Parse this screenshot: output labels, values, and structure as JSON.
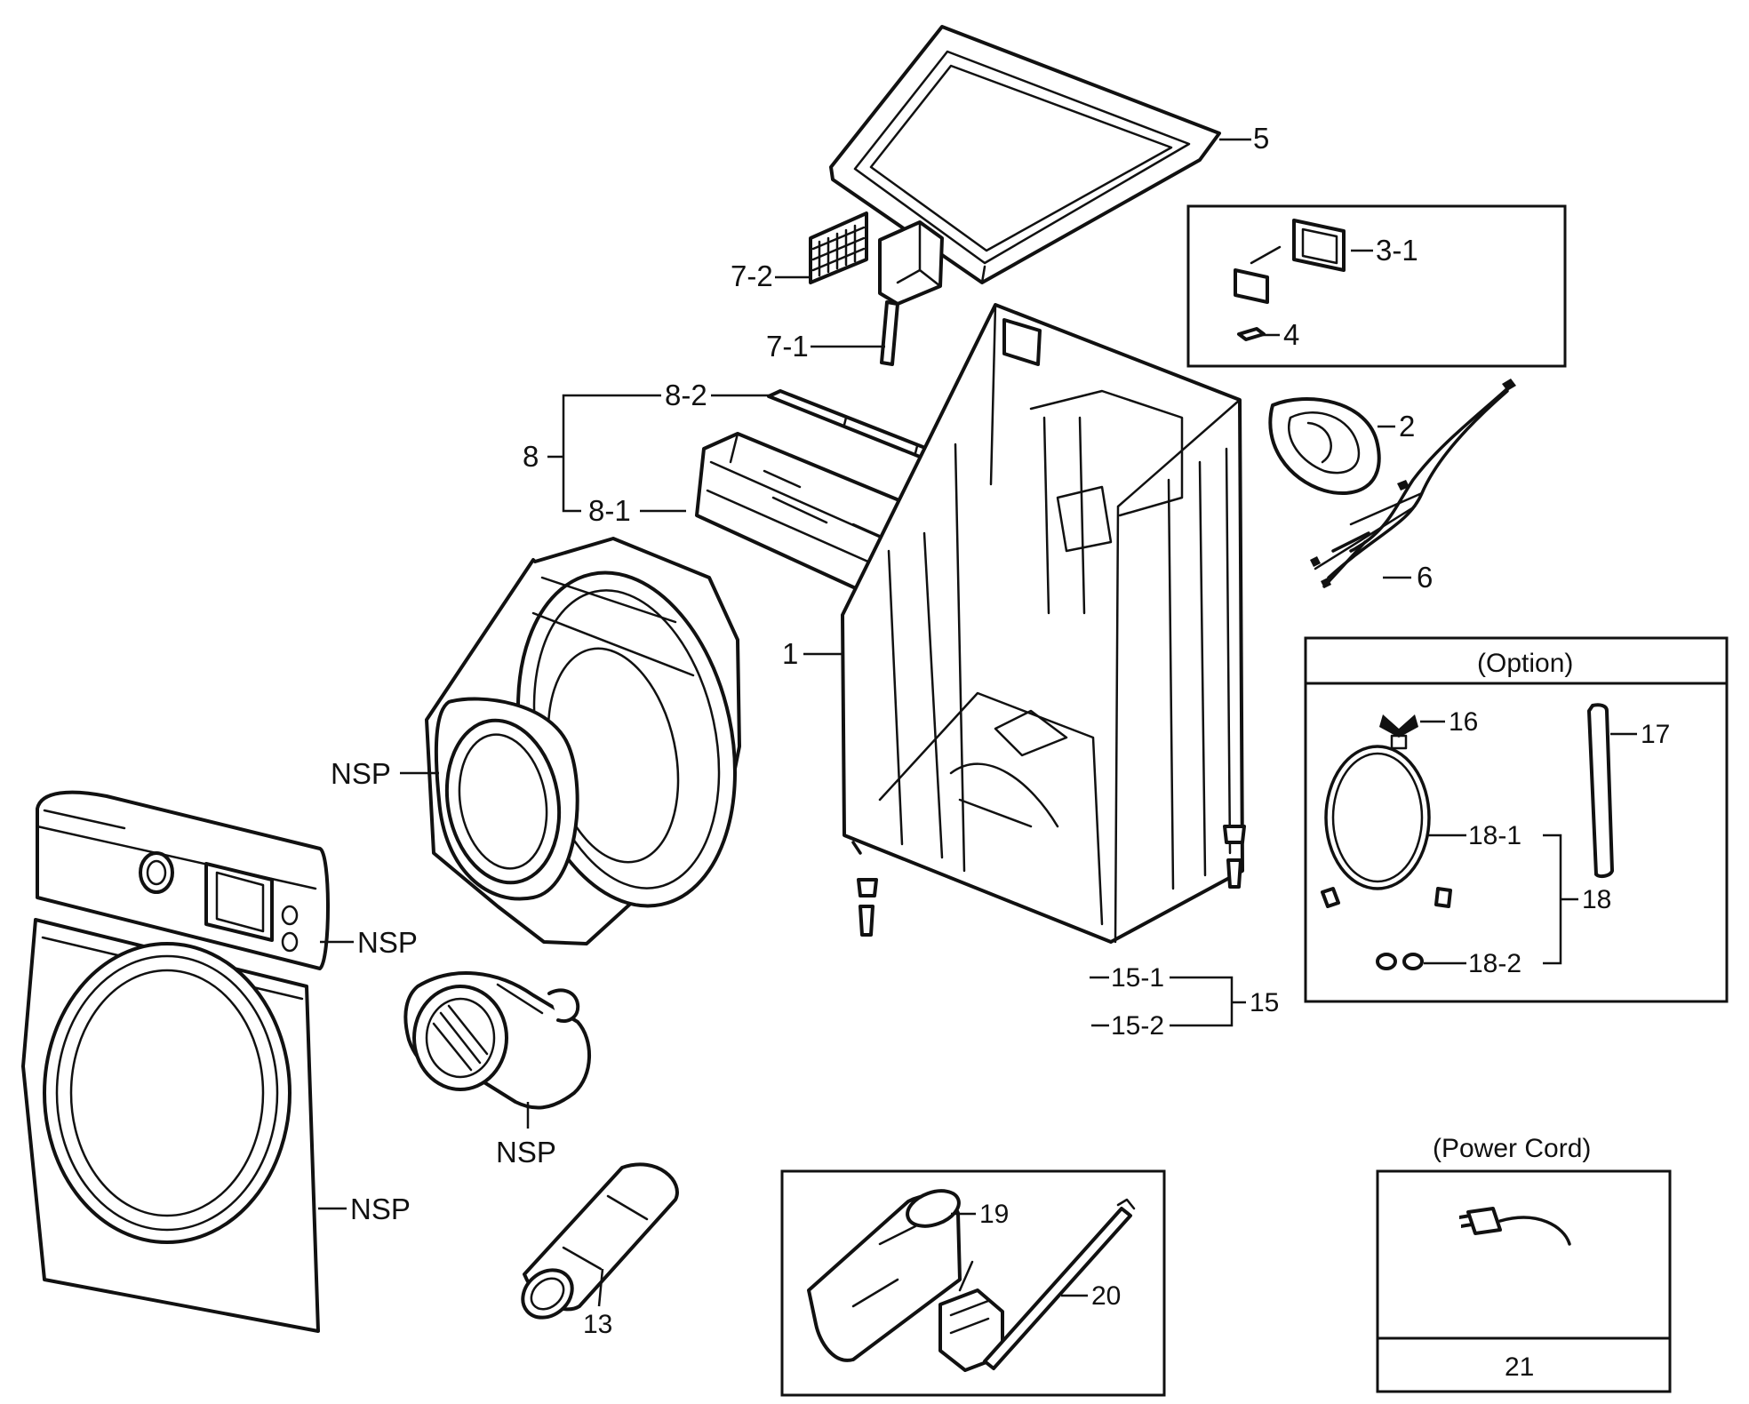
{
  "labels": {
    "l5": "5",
    "l3_1": "3-1",
    "l4": "4",
    "l7_2": "7-2",
    "l7_1": "7-1",
    "l8_2": "8-2",
    "l8": "8",
    "l8_1": "8-1",
    "l2": "2",
    "l6": "6",
    "l1": "1",
    "nsp_drum": "NSP",
    "nsp_control": "NSP",
    "nsp_blower": "NSP",
    "nsp_door": "NSP",
    "l16": "16",
    "l17": "17",
    "l18_1": "18-1",
    "l18": "18",
    "l18_2": "18-2",
    "l15_1": "15-1",
    "l15": "15",
    "l15_2": "15-2",
    "l13": "13",
    "l19": "19",
    "l20": "20",
    "l21": "21"
  },
  "option_box": {
    "title": "(Option)"
  },
  "power_cord_box": {
    "title": "(Power Cord)"
  }
}
